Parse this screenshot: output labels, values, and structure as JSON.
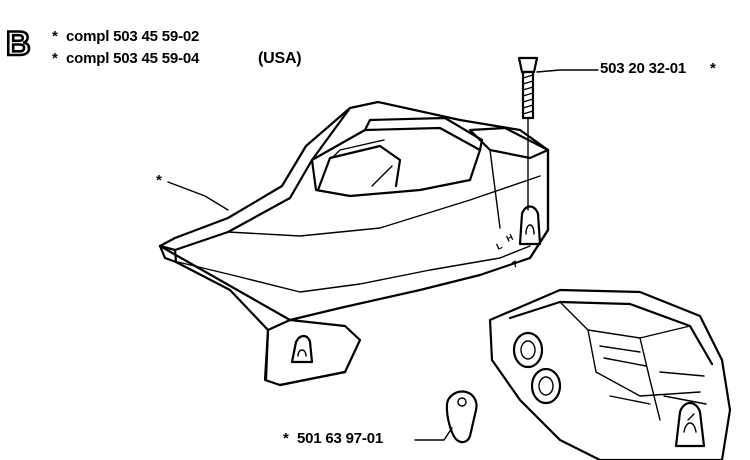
{
  "header": {
    "section_letter": "B",
    "line1_star": "*",
    "line1_text": "compl 503 45 59-02",
    "line2_star": "*",
    "line2_text": "compl 503 45 59-04",
    "line2_region": "(USA)"
  },
  "callouts": {
    "screw_part": "503 20 32-01",
    "screw_star": "*",
    "cover_star": "*",
    "small_part_star": "*",
    "small_part": "501 63 97-01"
  },
  "cover_markings": {
    "mark_a": "L",
    "mark_b": "H",
    "mark_c": "7"
  }
}
